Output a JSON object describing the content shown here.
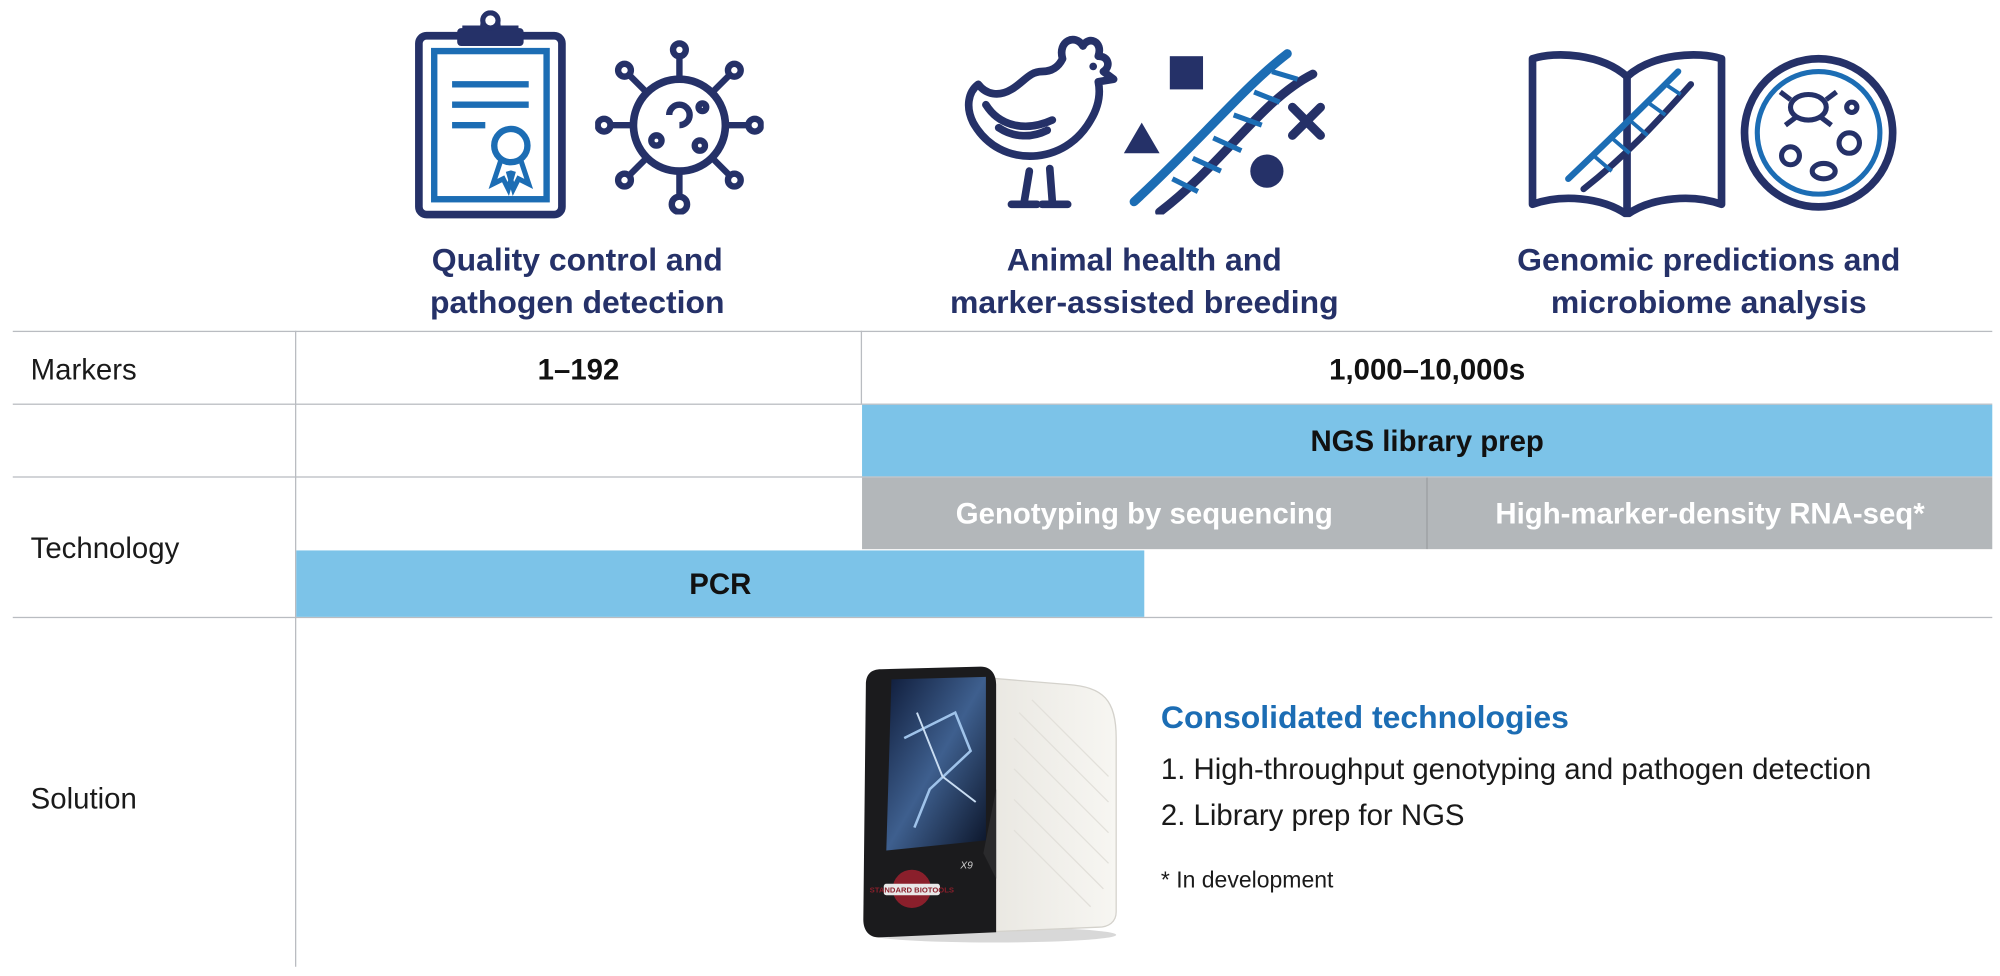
{
  "columns": [
    {
      "title_line1": "Quality control and",
      "title_line2": "pathogen detection",
      "icons": [
        "clipboard-certificate-icon",
        "virus-icon"
      ]
    },
    {
      "title_line1": "Animal health and",
      "title_line2": "marker-assisted breeding",
      "icons": [
        "chicken-icon",
        "dna-markers-icon"
      ]
    },
    {
      "title_line1": "Genomic predictions and",
      "title_line2": "microbiome analysis",
      "icons": [
        "book-dna-icon",
        "petri-dish-microbe-icon"
      ]
    }
  ],
  "rows": {
    "markers": {
      "label": "Markers",
      "low": "1–192",
      "high": "1,000–10,000s"
    },
    "ngs": {
      "label": "",
      "bar": "NGS library prep"
    },
    "technology": {
      "label": "Technology",
      "gbs": "Genotyping by sequencing",
      "rnaseq": "High-marker-density RNA-seq*",
      "pcr": "PCR"
    },
    "solution": {
      "label": "Solution",
      "heading": "Consolidated technologies",
      "items": [
        "1.  High-throughput genotyping and pathogen detection",
        "2. Library prep for NGS"
      ],
      "footnote": "* In development",
      "device_badge": "STANDARD BIOTOOLS",
      "device_model": "X9"
    }
  },
  "colors": {
    "navy": "#253168",
    "blue": "#1c6db4",
    "bar_blue": "#7cc3e8",
    "bar_gray": "#b3b7ba",
    "grid": "#b9bcc1"
  }
}
